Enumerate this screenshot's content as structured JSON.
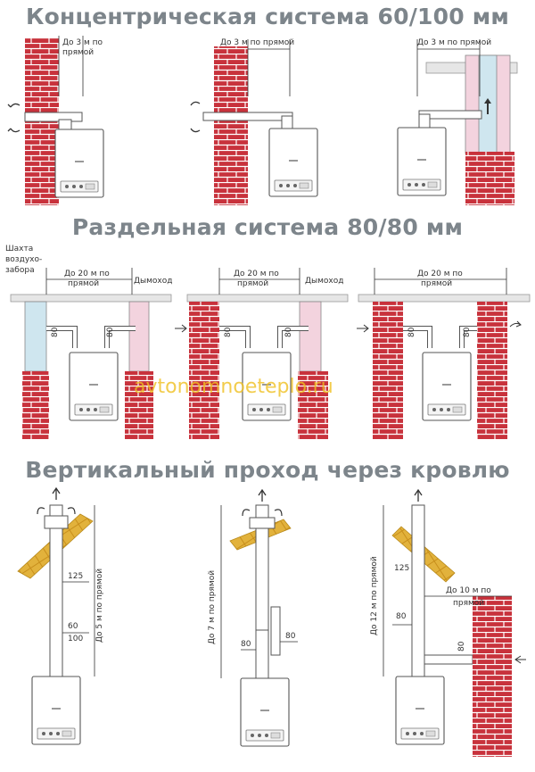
{
  "headings": {
    "coaxial": "Концентрическая система 60/100 мм",
    "separate": "Раздельная система 80/80 мм",
    "vertical": "Вертикальный проход через кровлю"
  },
  "coaxial_labels": {
    "d1_line1": "До 3 м по",
    "d1_line2": "прямой",
    "d2": "До 3 м по прямой",
    "d3": "До 3 м по прямой"
  },
  "separate_labels": {
    "shaft_line1": "Шахта",
    "shaft_line2": "воздухо-",
    "shaft_line3": "забора",
    "chimney": "Дымоход",
    "d_line1": "До 20 м по",
    "d_line2": "прямой",
    "pipe": "80"
  },
  "vertical_labels": {
    "v1_len": "До 5 м по прямой",
    "v2_len": "До 7 м по прямой",
    "v3_len": "До 12 м по прямой",
    "d125": "125",
    "d60": "60",
    "d100": "100",
    "d80": "80",
    "h_line1": "До 10 м по",
    "h_line2": "прямой"
  },
  "watermark": "avtonomnoeteplo.ru",
  "colors": {
    "brick": "#c8323c",
    "mortar": "#ffffff",
    "heading": "#7d858b",
    "roof": "#e2b23c",
    "shaft": "#cfe6ef",
    "chimney": "#f3d3de"
  }
}
